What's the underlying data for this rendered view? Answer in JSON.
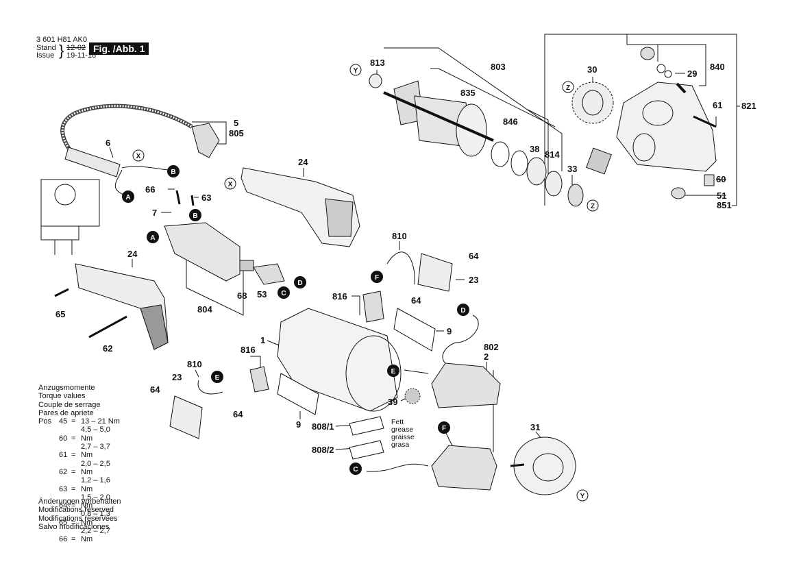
{
  "header": {
    "code": "3 601 H81 AK0",
    "stand_label": "Stand",
    "issue_label": "Issue",
    "stand_date": "12-02",
    "issue_date": "19-11-18",
    "figure": "Fig. /Abb. 1"
  },
  "torque": {
    "titles": [
      "Anzugsmomente",
      "Torque values",
      "Couple de serrage",
      "Pares de apriete"
    ],
    "pos_label": "Pos",
    "rows": [
      {
        "pos": "45",
        "eq": "=",
        "val": "13 – 21 Nm"
      },
      {
        "pos": "60",
        "eq": "=",
        "val": "4,5 – 5,0 Nm"
      },
      {
        "pos": "61",
        "eq": "=",
        "val": "2,7 – 3,7 Nm"
      },
      {
        "pos": "62",
        "eq": "=",
        "val": "2,0 – 2,5 Nm"
      },
      {
        "pos": "63",
        "eq": "=",
        "val": "1,2 – 1,6 Nm"
      },
      {
        "pos": "64",
        "eq": "=",
        "val": "1,5 – 2,0 Nm"
      },
      {
        "pos": "65",
        "eq": "=",
        "val": "0,8 – 1,3 Nm"
      },
      {
        "pos": "66",
        "eq": "=",
        "val": "2,2 – 2,7 Nm"
      }
    ]
  },
  "notes": [
    "Änderungen vorbehalten",
    "Modifications reserved",
    "Modifications reservees",
    "Salvo modificaciones"
  ],
  "grease_note": [
    "Fett",
    "grease",
    "graisse",
    "grasa"
  ],
  "part_labels": [
    {
      "id": "813",
      "t": "813"
    },
    {
      "id": "803",
      "t": "803"
    },
    {
      "id": "835",
      "t": "835"
    },
    {
      "id": "846",
      "t": "846"
    },
    {
      "id": "38",
      "t": "38"
    },
    {
      "id": "814",
      "t": "814"
    },
    {
      "id": "33",
      "t": "33"
    },
    {
      "id": "30",
      "t": "30"
    },
    {
      "id": "840",
      "t": "840"
    },
    {
      "id": "29",
      "t": "29"
    },
    {
      "id": "61",
      "t": "61"
    },
    {
      "id": "821",
      "t": "821"
    },
    {
      "id": "60",
      "t": "60"
    },
    {
      "id": "51",
      "t": "51"
    },
    {
      "id": "851",
      "t": "851"
    },
    {
      "id": "5",
      "t": "5"
    },
    {
      "id": "805",
      "t": "805"
    },
    {
      "id": "6",
      "t": "6"
    },
    {
      "id": "24a",
      "t": "24"
    },
    {
      "id": "66",
      "t": "66"
    },
    {
      "id": "63",
      "t": "63"
    },
    {
      "id": "7",
      "t": "7"
    },
    {
      "id": "24b",
      "t": "24"
    },
    {
      "id": "65",
      "t": "65"
    },
    {
      "id": "62",
      "t": "62"
    },
    {
      "id": "804",
      "t": "804"
    },
    {
      "id": "68",
      "t": "68"
    },
    {
      "id": "53",
      "t": "53"
    },
    {
      "id": "810a",
      "t": "810"
    },
    {
      "id": "64a",
      "t": "64"
    },
    {
      "id": "23a",
      "t": "23"
    },
    {
      "id": "816a",
      "t": "816"
    },
    {
      "id": "64b",
      "t": "64"
    },
    {
      "id": "9a",
      "t": "9"
    },
    {
      "id": "802",
      "t": "802"
    },
    {
      "id": "2",
      "t": "2"
    },
    {
      "id": "1",
      "t": "1"
    },
    {
      "id": "816b",
      "t": "816"
    },
    {
      "id": "810b",
      "t": "810"
    },
    {
      "id": "23b",
      "t": "23"
    },
    {
      "id": "64c",
      "t": "64"
    },
    {
      "id": "64d",
      "t": "64"
    },
    {
      "id": "39",
      "t": "39"
    },
    {
      "id": "9b",
      "t": "9"
    },
    {
      "id": "808_1",
      "t": "808/1"
    },
    {
      "id": "808_2",
      "t": "808/2"
    },
    {
      "id": "31",
      "t": "31"
    }
  ],
  "markers": [
    {
      "id": "Y1",
      "t": "Y",
      "style": "open"
    },
    {
      "id": "Z1",
      "t": "Z",
      "style": "open"
    },
    {
      "id": "Z2",
      "t": "Z",
      "style": "open"
    },
    {
      "id": "X1",
      "t": "X",
      "style": "open"
    },
    {
      "id": "X2",
      "t": "X",
      "style": "open"
    },
    {
      "id": "Y2",
      "t": "Y",
      "style": "open"
    },
    {
      "id": "B1",
      "t": "B",
      "style": "filled"
    },
    {
      "id": "A1",
      "t": "A",
      "style": "filled"
    },
    {
      "id": "B2",
      "t": "B",
      "style": "filled"
    },
    {
      "id": "A2",
      "t": "A",
      "style": "filled"
    },
    {
      "id": "D1",
      "t": "D",
      "style": "filled"
    },
    {
      "id": "C1",
      "t": "C",
      "style": "filled"
    },
    {
      "id": "F1",
      "t": "F",
      "style": "filled"
    },
    {
      "id": "D2",
      "t": "D",
      "style": "filled"
    },
    {
      "id": "E1",
      "t": "E",
      "style": "filled"
    },
    {
      "id": "E2",
      "t": "E",
      "style": "filled"
    },
    {
      "id": "F2",
      "t": "F",
      "style": "filled"
    },
    {
      "id": "C2",
      "t": "C",
      "style": "filled"
    }
  ]
}
